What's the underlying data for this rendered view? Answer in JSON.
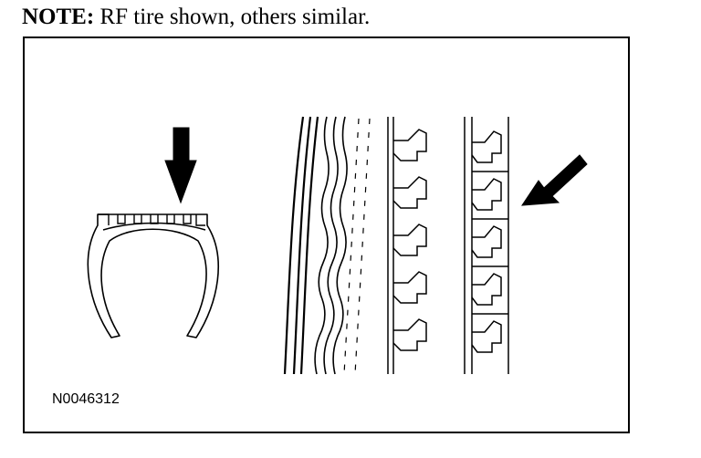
{
  "note": {
    "label": "NOTE:",
    "text": "RF tire shown, others similar."
  },
  "figure": {
    "id": "N0046312"
  },
  "colors": {
    "ink": "#000000",
    "paper": "#ffffff"
  },
  "icons": [
    "down-arrow-icon",
    "diagonal-arrow-icon"
  ]
}
